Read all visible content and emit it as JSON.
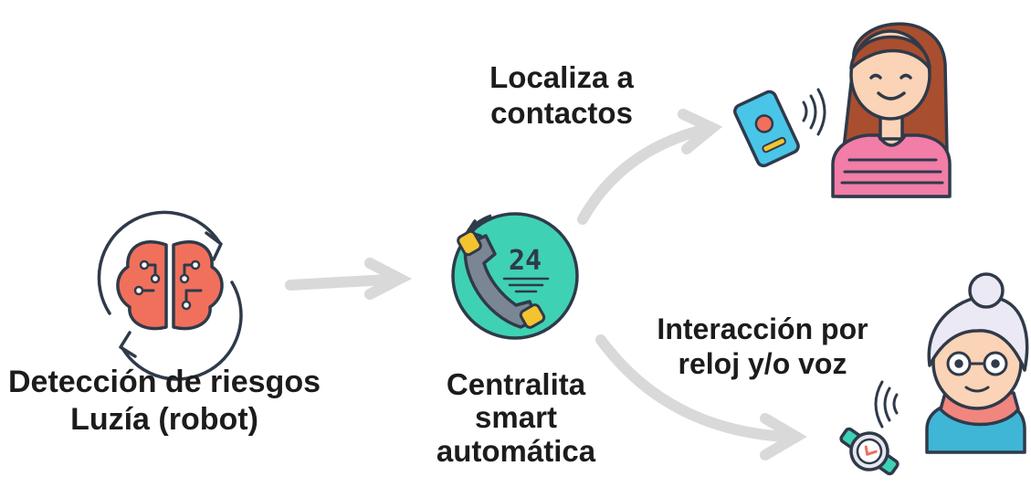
{
  "nodes": {
    "detection": {
      "lines": [
        "Detección de riesgos",
        "Luzía (robot)"
      ],
      "icon": "brain-icon"
    },
    "switchboard": {
      "lines": [
        "Centralita",
        "smart",
        "automática"
      ],
      "icon": "phone-24h-icon"
    },
    "contacts": {
      "lines": [
        "Localiza a",
        "contactos"
      ],
      "icon": "woman-with-phone-icon"
    },
    "interaction": {
      "lines": [
        "Interacción por",
        "reloj y/o voz"
      ],
      "icon": "elderly-woman-with-smartwatch-icon"
    },
    "clock_label": "24"
  },
  "colors": {
    "arrow": "#d9d9d9",
    "brain": "#f0705b",
    "phone_circle": "#3fd1b3",
    "phone_handset": "#7a8693",
    "accent_yellow": "#f4c430",
    "outline": "#2f3a4a",
    "skin": "#fbd3b6",
    "hair_woman": "#a94e2f",
    "shirt_woman": "#f27da7",
    "scarf": "#f1867e",
    "hair_elder": "#ebe9f3"
  }
}
